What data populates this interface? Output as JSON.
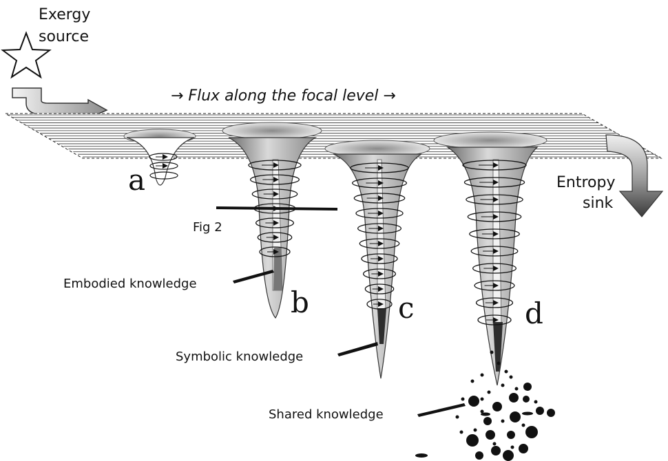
{
  "labels": {
    "source_line1": "Exergy",
    "source_line2": "source",
    "flux": "→ Flux along the focal level →",
    "sink_line1": "Entropy",
    "sink_line2": "sink",
    "fig2": "Fig 2",
    "embodied": "Embodied knowledge",
    "symbolic": "Symbolic knowledge",
    "shared": "Shared knowledge"
  },
  "vortices": [
    {
      "letter": "a"
    },
    {
      "letter": "b"
    },
    {
      "letter": "c"
    },
    {
      "letter": "d"
    }
  ],
  "colors": {
    "plane_lines": "#222222",
    "funnel_light": "#d8d8d8",
    "funnel_dark": "#7a7a7a",
    "core_dark": "#303030",
    "arrow_fill": "#bdbdbd"
  }
}
